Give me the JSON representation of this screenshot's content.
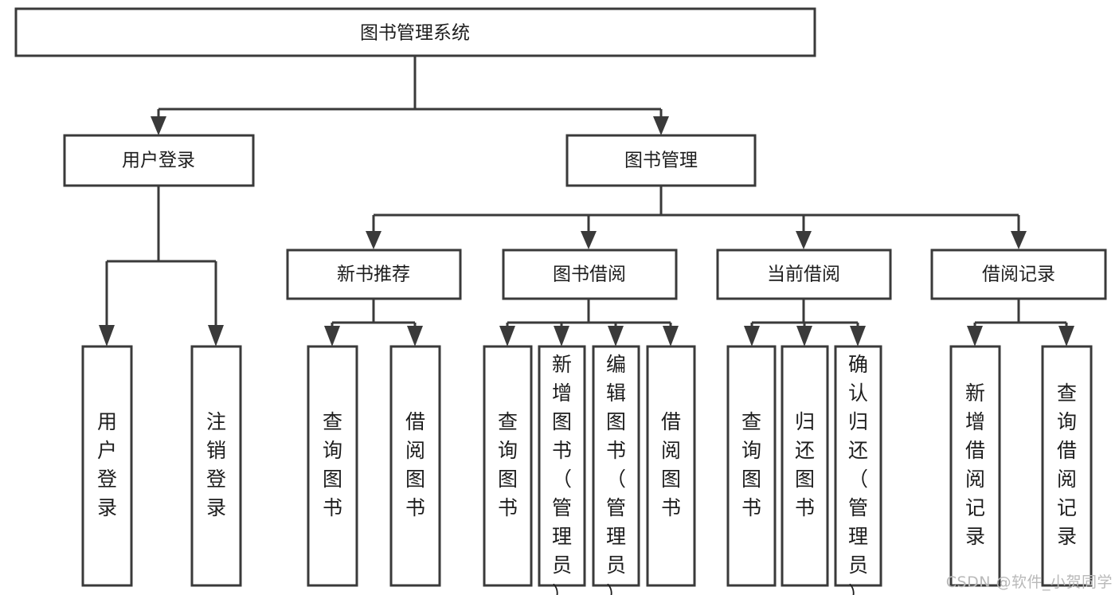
{
  "diagram": {
    "title": "图书管理系统",
    "type": "tree-hierarchy-diagram",
    "watermark": "CSDN @软件_小贺同学",
    "colors": {
      "stroke": "#3a3a3a",
      "box_fill": "#ffffff",
      "text": "#1d1d1d",
      "background": "#ffffff",
      "watermark": "#b9b9b9"
    },
    "nodes": {
      "root": {
        "label": "图书管理系统"
      },
      "level2": [
        {
          "id": "user-login",
          "label": "用户登录"
        },
        {
          "id": "book-manage",
          "label": "图书管理"
        }
      ],
      "level3": [
        {
          "id": "new-book-recommend",
          "label": "新书推荐"
        },
        {
          "id": "book-borrow",
          "label": "图书借阅"
        },
        {
          "id": "current-borrow",
          "label": "当前借阅"
        },
        {
          "id": "borrow-record",
          "label": "借阅记录"
        }
      ],
      "leaves": {
        "user_login": [
          {
            "id": "leaf-user-login",
            "label": "用户登录"
          },
          {
            "id": "leaf-logout",
            "label": "注销登录"
          }
        ],
        "new_book_recommend": [
          {
            "id": "leaf-query-book-1",
            "label": "查询图书"
          },
          {
            "id": "leaf-borrow-book-1",
            "label": "借阅图书"
          }
        ],
        "book_borrow": [
          {
            "id": "leaf-query-book-2",
            "label": "查询图书"
          },
          {
            "id": "leaf-add-book",
            "label": "新增图书（管理员）"
          },
          {
            "id": "leaf-edit-book",
            "label": "编辑图书（管理员）"
          },
          {
            "id": "leaf-borrow-book-2",
            "label": "借阅图书"
          }
        ],
        "current_borrow": [
          {
            "id": "leaf-query-book-3",
            "label": "查询图书"
          },
          {
            "id": "leaf-return-book",
            "label": "归还图书"
          },
          {
            "id": "leaf-confirm-return",
            "label": "确认归还（管理员）"
          }
        ],
        "borrow_record": [
          {
            "id": "leaf-add-record",
            "label": "新增借阅记录"
          },
          {
            "id": "leaf-query-record",
            "label": "查询借阅记录"
          }
        ]
      }
    }
  }
}
